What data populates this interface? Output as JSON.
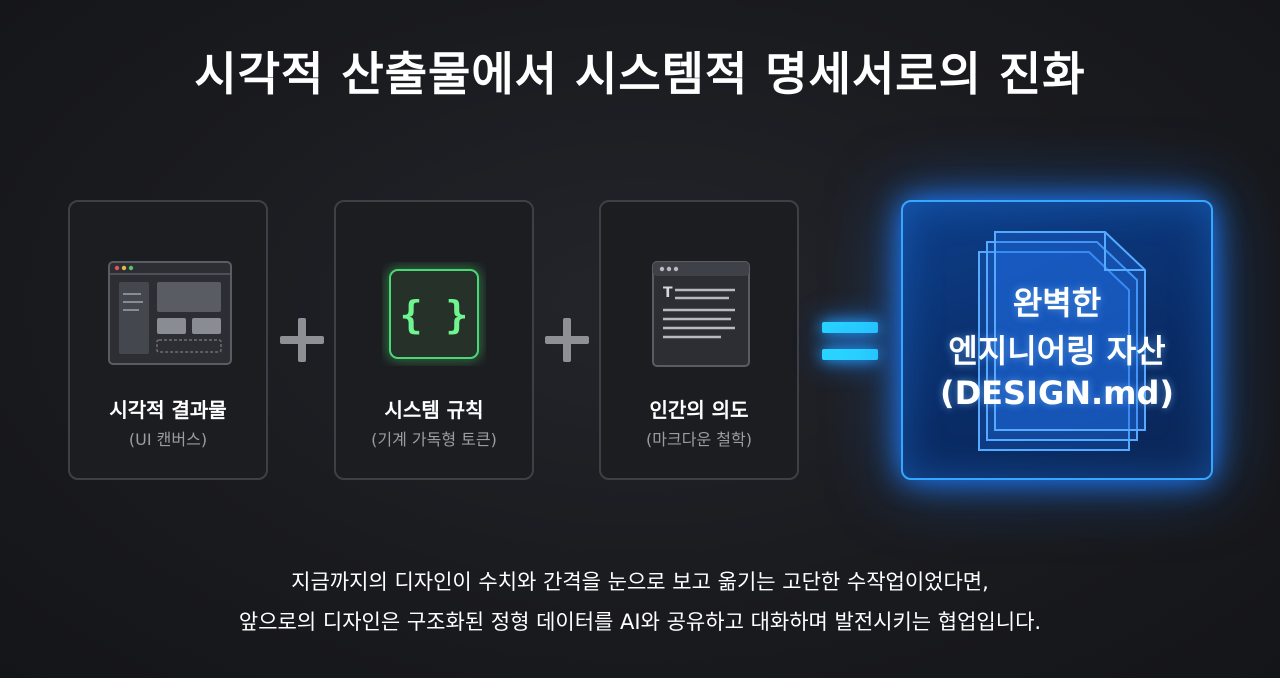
{
  "title": "시각적 산출물에서 시스템적 명세서로의 진화",
  "cards": [
    {
      "label": "시각적 결과물",
      "sub": "(UI 캔버스)",
      "icon": "ui-canvas-icon"
    },
    {
      "label": "시스템 규칙",
      "sub": "(기계 가독형 토큰)",
      "icon": "code-braces-icon"
    },
    {
      "label": "인간의 의도",
      "sub": "(마크다운 철학)",
      "icon": "markdown-document-icon"
    }
  ],
  "result": {
    "line1": "완벽한",
    "line2": "엔지니어링 자산",
    "line3": "(DESIGN.md)",
    "icon": "document-stack-icon"
  },
  "caption": {
    "line1": "지금까지의 디자인이 수치와 간격을 눈으로 보고 옮기는 고단한 수작업이었다면,",
    "line2": "앞으로의 디자인은 구조화된 정형 데이터를 AI와 공유하고 대화하며 발전시키는 협업입니다."
  },
  "colors": {
    "background": "#1a1b1f",
    "card_border": "#3e4046",
    "accent_green": "#4ee37a",
    "accent_blue": "#2ad4ff",
    "operator_gray": "#8f9096"
  }
}
